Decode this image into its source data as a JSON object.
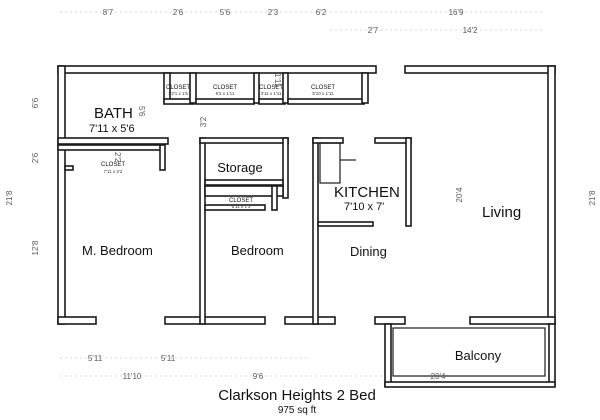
{
  "plan": {
    "title": "Clarkson Heights 2 Bed",
    "area": "975 sq ft",
    "rooms": {
      "bath": {
        "label": "BATH",
        "size": "7'11 x 5'6",
        "side_dim": "5'6"
      },
      "master": {
        "label": "M. Bedroom"
      },
      "bedroom": {
        "label": "Bedroom"
      },
      "storage": {
        "label": "Storage"
      },
      "kitchen": {
        "label": "KITCHEN",
        "size": "7'10 x 7'"
      },
      "dining": {
        "label": "Dining"
      },
      "living": {
        "label": "Living",
        "side_dim": "20'4"
      },
      "balcony": {
        "label": "Balcony",
        "dim": "20'4"
      }
    },
    "closets": [
      {
        "label": "CLOSET",
        "size": "1'2'1 x 1'6"
      },
      {
        "label": "CLOSET",
        "size": "5'2 x 1'11"
      },
      {
        "label": "CLOSET",
        "size": "3'11 x 1'11"
      },
      {
        "label": "CLOSET",
        "size": "5'10 x 1'11"
      },
      {
        "label": "CLOSET",
        "size": "7'11 x 2'2",
        "dim": "2'2"
      },
      {
        "label": "CLOSET",
        "size": "5'11 x 1'3"
      }
    ],
    "interior_dims": {
      "hall_width": "3'2",
      "closet_depth": "1'11"
    },
    "dims_top_row1": [
      "8'7",
      "2'6",
      "5'6",
      "2'3",
      "6'2",
      "16'9"
    ],
    "dims_top_row2": [
      "2'7",
      "14'2"
    ],
    "dims_left": [
      "6'6",
      "2'6",
      "21'8",
      "12'8"
    ],
    "dims_right": "21'8",
    "dims_bottom_row1": [
      "5'11",
      "5'11"
    ],
    "dims_bottom_row2": [
      "11'10",
      "9'6"
    ]
  }
}
